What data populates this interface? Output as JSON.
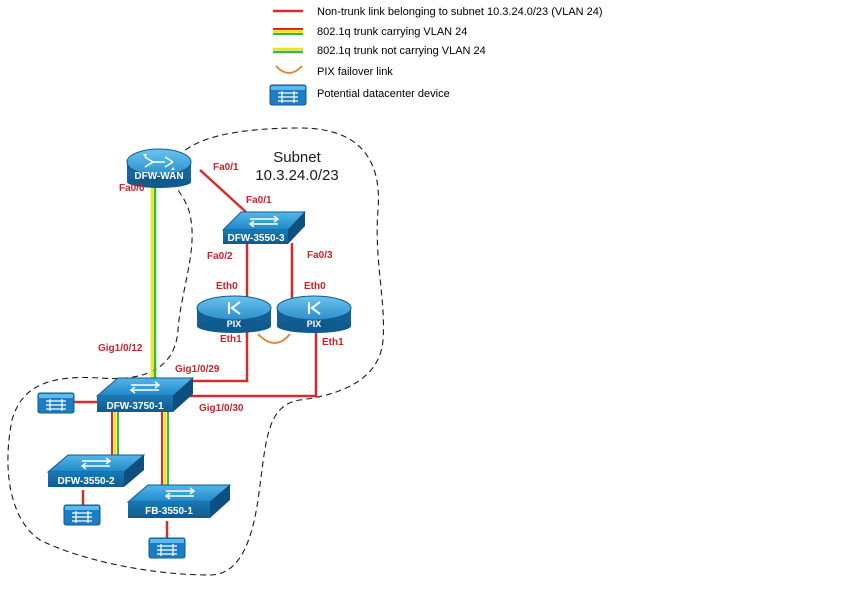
{
  "legend": {
    "nontrunk": "Non-trunk link belonging to subnet 10.3.24.0/23 (VLAN 24)",
    "trunk_vlan24": "802.1q trunk carrying VLAN 24",
    "trunk_no_vlan24": "802.1q trunk not carrying VLAN 24",
    "pix_failover": "PIX failover link",
    "datacenter_device": "Potential datacenter device"
  },
  "subnet": {
    "title": "Subnet",
    "address": "10.3.24.0/23"
  },
  "devices": {
    "router": "DFW-WAN",
    "sw_3550_3": "DFW-3550-3",
    "pix_a": "PIX",
    "pix_b": "PIX",
    "sw_3750_1": "DFW-3750-1",
    "sw_3550_2": "DFW-3550-2",
    "sw_fb_3550_1": "FB-3550-1"
  },
  "ports": {
    "wan_fa01": "Fa0/1",
    "wan_fa00": "Fa0/0",
    "sw3_fa01": "Fa0/1",
    "sw3_fa02": "Fa0/2",
    "sw3_fa03": "Fa0/3",
    "pixa_eth0": "Eth0",
    "pixa_eth1": "Eth1",
    "pixb_eth0": "Eth0",
    "pixb_eth1": "Eth1",
    "sw3750_gig12": "Gig1/0/12",
    "sw3750_gig29": "Gig1/0/29",
    "sw3750_gig30": "Gig1/0/30"
  },
  "colors": {
    "nontrunk": "#d62b2b",
    "trunk_green": "#39b54a",
    "trunk_yellow": "#f2e600",
    "trunk_nontrunk_lime": "#c8ec1c",
    "failover": "#e8822a",
    "device_blue": "#1f83c4",
    "device_dark": "#0d5a8f"
  }
}
